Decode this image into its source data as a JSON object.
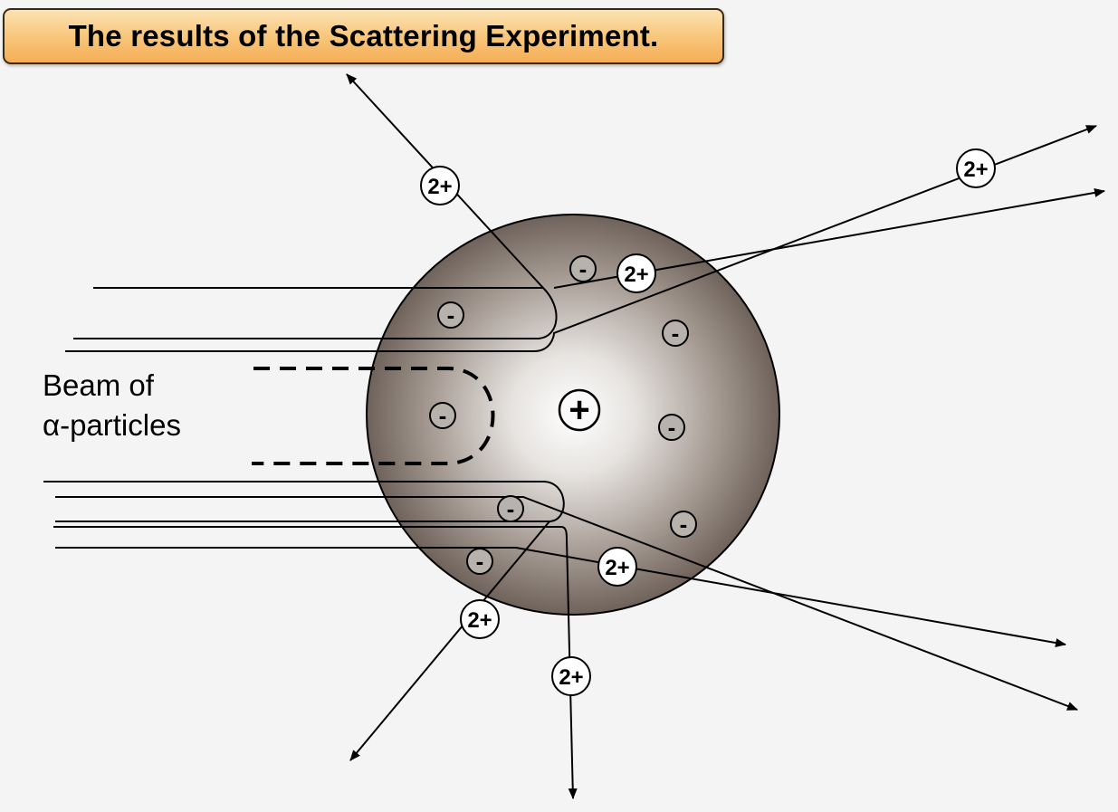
{
  "title": "The results of the Scattering Experiment.",
  "beam_label": {
    "line1": "Beam of",
    "line2": "α-particles"
  },
  "nucleus_label": "+",
  "electron_label": "-",
  "alpha_label": "2+",
  "colors": {
    "title_gradient_top": "#fbe3b4",
    "title_gradient_bottom": "#f5ad55",
    "atom_center": "#ffffff",
    "atom_edge": "#6e625a",
    "background": "#f4f4f4"
  }
}
